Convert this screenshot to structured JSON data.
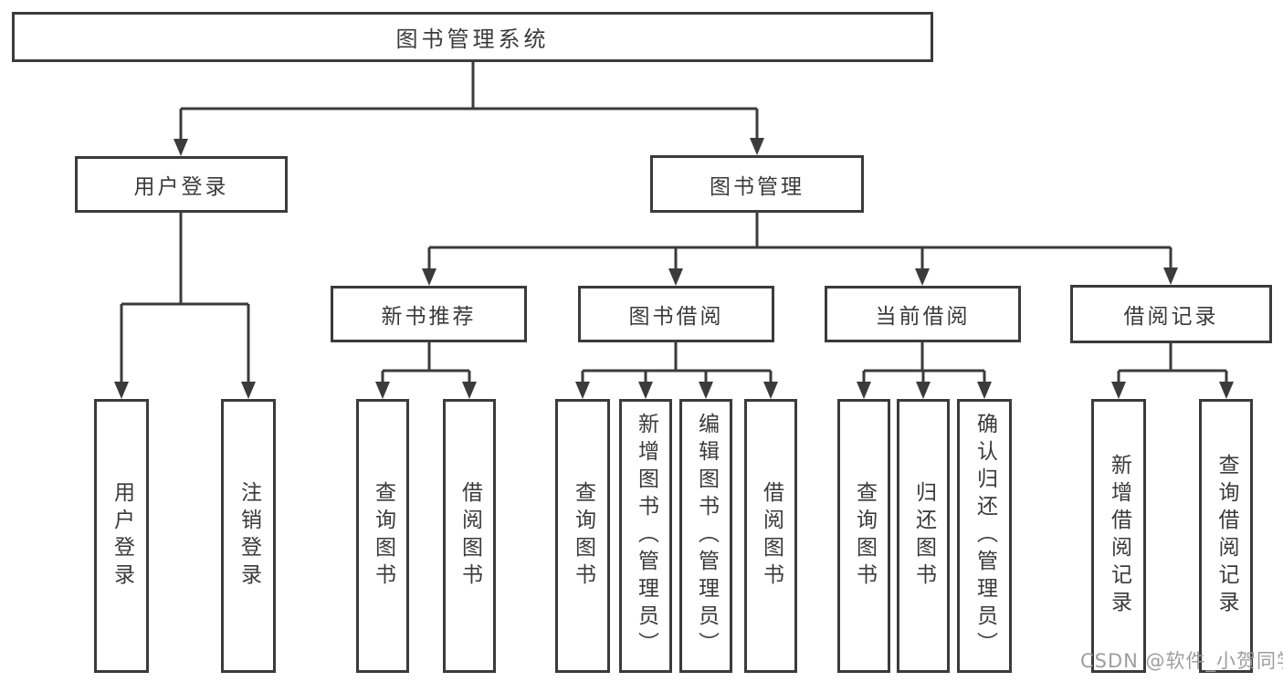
{
  "diagram": {
    "root": {
      "label": "图书管理系统"
    },
    "branches": [
      {
        "label": "用户登录",
        "children": [
          {
            "label": "用户登录"
          },
          {
            "label": "注销登录"
          }
        ]
      },
      {
        "label": "图书管理",
        "children": [
          {
            "label": "新书推荐",
            "children": [
              {
                "label": "查询图书"
              },
              {
                "label": "借阅图书"
              }
            ]
          },
          {
            "label": "图书借阅",
            "children": [
              {
                "label": "查询图书"
              },
              {
                "label": "新增图书（管理员）"
              },
              {
                "label": "编辑图书（管理员）"
              },
              {
                "label": "借阅图书"
              }
            ]
          },
          {
            "label": "当前借阅",
            "children": [
              {
                "label": "查询图书"
              },
              {
                "label": "归还图书"
              },
              {
                "label": "确认归还（管理员）"
              }
            ]
          },
          {
            "label": "借阅记录",
            "children": [
              {
                "label": "新增借阅记录"
              },
              {
                "label": "查询借阅记录"
              }
            ]
          }
        ]
      }
    ]
  },
  "watermark": {
    "text": "CSDN @软件_小贺同学"
  },
  "colors": {
    "line": "#3b3b3b",
    "text": "#3a3a3a",
    "watermark": "#9e9e9e",
    "background": "#ffffff"
  }
}
